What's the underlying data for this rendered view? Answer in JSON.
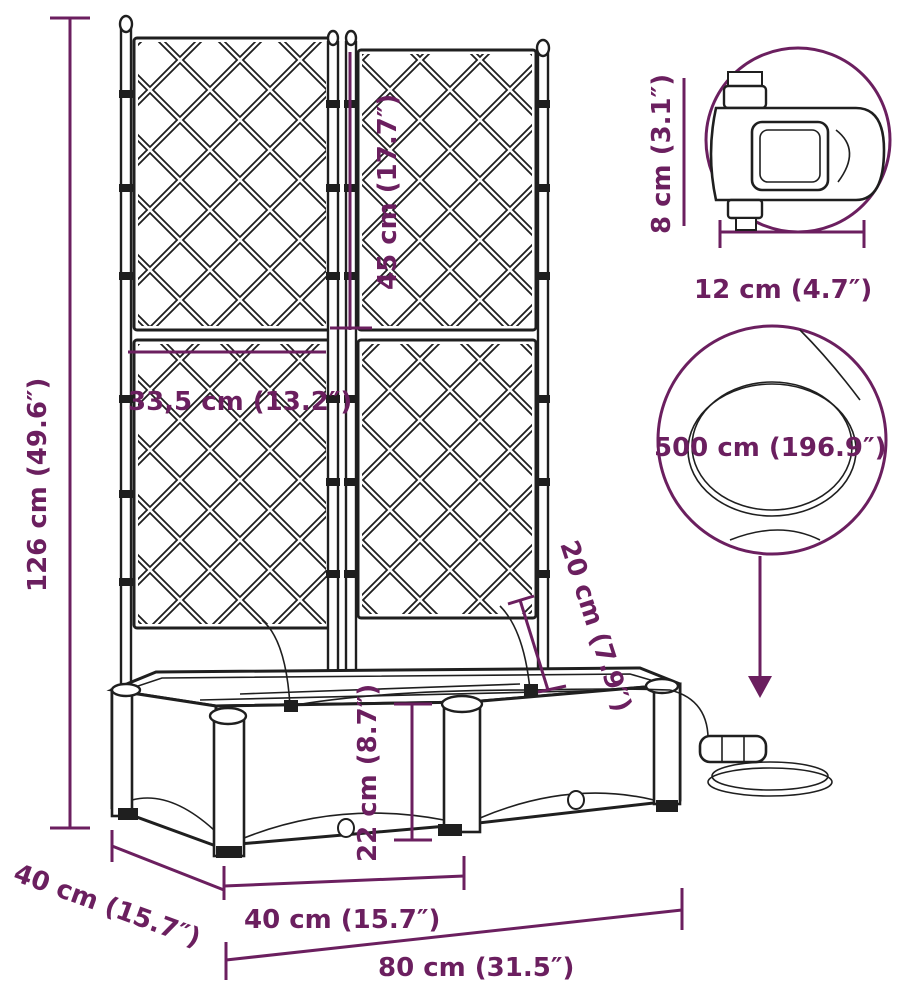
{
  "dimensions": {
    "total_height": "126 cm (49.6″)",
    "trellis_panel_height": "45 cm (17.7″)",
    "trellis_panel_width": "33,5 cm (13.2″)",
    "planter_depth": "40 cm (15.7″)",
    "planter_module_width": "40 cm (15.7″)",
    "planter_total_width": "80 cm (31.5″)",
    "planter_height": "22 cm (8.7″)",
    "drip_stake_height": "20 cm (7.9″)",
    "timer_height": "8 cm (3.1″)",
    "timer_width": "12 cm (4.7″)",
    "hose_length": "500 cm (196.9″)"
  },
  "colors": {
    "accent": "#6b1f5f",
    "line": "#1f1f1f",
    "background": "#ffffff"
  }
}
